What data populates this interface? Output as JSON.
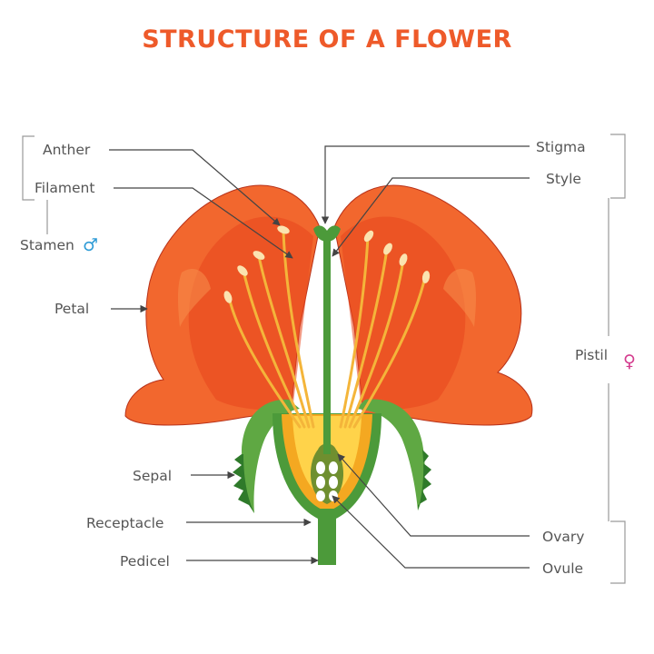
{
  "title": "STRUCTURE OF A FLOWER",
  "colors": {
    "title": "#EE5A2A",
    "label": "#555555",
    "line": "#444444",
    "bracket": "#9a9a9a",
    "petal_outer": "#F2672E",
    "petal_inner": "#E8461E",
    "petal_highlight": "#F68A4A",
    "petal_edge": "#B8321A",
    "filament": "#F4B53A",
    "anther": "#FBE3B0",
    "sepal": "#5FA843",
    "sepal_dark": "#2F7A2A",
    "receptacle": "#4C9A3A",
    "ovary_wall": "#F4A821",
    "ovary_inner": "#FFD34A",
    "ovary_cavity": "#6F8F2F",
    "ovule": "#FFFFFF",
    "male_symbol": "#2E9BD6",
    "female_symbol": "#D43C8E"
  },
  "labels": {
    "anther": "Anther",
    "filament": "Filament",
    "stamen": "Stamen",
    "petal": "Petal",
    "sepal": "Sepal",
    "receptacle": "Receptacle",
    "pedicel": "Pedicel",
    "stigma": "Stigma",
    "style": "Style",
    "pistil": "Pistil",
    "ovary": "Ovary",
    "ovule": "Ovule"
  },
  "symbols": {
    "male": "♂",
    "female": "♀"
  }
}
